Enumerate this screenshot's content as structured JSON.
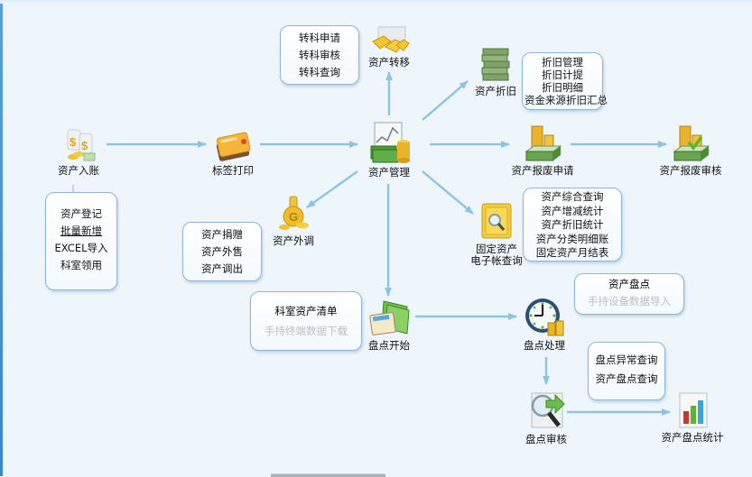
{
  "colors": {
    "background": "#eef6fc",
    "arrow": "#8cc4e2",
    "bubble_border": "#8fb6d6",
    "dim_text": "#b9bfc4"
  },
  "nodes": {
    "asset_entry": {
      "label": "资产入账",
      "icon": "money-coins-icon"
    },
    "label_print": {
      "label": "标签打印",
      "icon": "credit-card-icon"
    },
    "asset_management": {
      "label": "资产管理",
      "icon": "chart-money-icon"
    },
    "asset_transfer": {
      "label": "资产转移",
      "icon": "gold-bars-icon"
    },
    "asset_depreciation": {
      "label": "资产折旧",
      "icon": "cash-stack-icon"
    },
    "scrap_apply": {
      "label": "资产报废申请",
      "icon": "coins-cash-icon"
    },
    "scrap_review": {
      "label": "资产报废审核",
      "icon": "coins-cash-check-icon"
    },
    "asset_outbound": {
      "label": "资产外调",
      "icon": "gold-coin-icon"
    },
    "ledger_query": {
      "label_line1": "固定资产",
      "label_line2": "电子帐查询",
      "icon": "safe-search-icon"
    },
    "inventory_start": {
      "label": "盘点开始",
      "icon": "calculator-folder-icon"
    },
    "inventory_process": {
      "label": "盘点处理",
      "icon": "clock-coins-icon"
    },
    "inventory_review": {
      "label": "盘点审核",
      "icon": "magnifier-arrow-icon"
    },
    "inventory_stats": {
      "label": "资产盘点统计",
      "icon": "bar-chart-icon"
    }
  },
  "bubbles": {
    "transfer": [
      "转科申请",
      "转科审核",
      "转科查询"
    ],
    "depreciation": [
      "折旧管理",
      "折旧计提",
      "折旧明细",
      "资金来源折旧汇总"
    ],
    "entry": [
      "资产登记",
      "批量新增",
      "EXCEL导入",
      "科室领用"
    ],
    "outbound": [
      "资产捐赠",
      "资产外售",
      "资产调出"
    ],
    "query": [
      "资产综合查询",
      "资产增减统计",
      "资产折旧统计",
      "资产分类明细账",
      "固定资产月结表"
    ],
    "inventory_start": [
      "科室资产清单",
      "手持终端数据下载"
    ],
    "inventory_process": [
      "资产盘点",
      "手持设备数据导入"
    ],
    "inventory_review": [
      "盘点异常查询",
      "资产盘点查询"
    ]
  }
}
